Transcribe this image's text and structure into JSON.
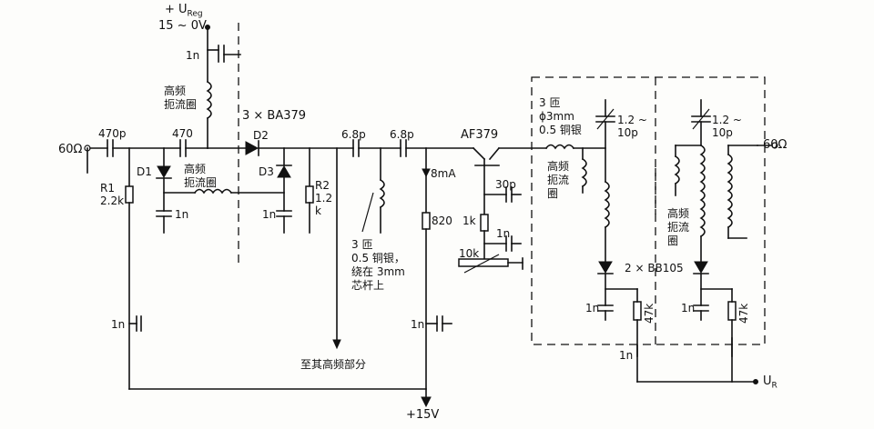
{
  "supply": {
    "label": "+ U",
    "sub": "Reg",
    "range": "15 ~ 0V"
  },
  "input": {
    "impedance": "60Ω"
  },
  "output": {
    "impedance": "60Ω"
  },
  "components": {
    "c_in": "470p",
    "c_470": "470",
    "c_1n_top": "1n",
    "choke_top": "高频\n扼流圈",
    "diodes_group": "3 × BA379",
    "d2": "D2",
    "d1": "D1",
    "d3": "D3",
    "choke_mid": "高频\n扼流圈",
    "r1": "R1\n2.2k",
    "c_1n_d1": "1n",
    "c_1n_d3": "1n",
    "r2": "R2\n1.2\nk",
    "c_68p_1": "6.8p",
    "c_68p_2": "6.8p",
    "transistor": "AF379",
    "current": "8mA",
    "r_820": "820",
    "c_30p": "30p",
    "r_1k": "1k",
    "c_1n_emit": "1n",
    "pot_10k": "10k",
    "coil_note": "3 匝\n0.5 铜银，\n绕在 3mm\n芯杆上",
    "c_1n_left": "1n",
    "c_1n_mid": "1n",
    "to_rf": "至其高频部分",
    "supply_bottom": "+15V",
    "coil_collector": "3 匝\nϕ3mm\n0.5 铜银",
    "choke_right": "高频\n扼流\n圈",
    "trim_1": "1.2 ~\n10p",
    "trim_2": "1.2 ~\n10p",
    "choke_far": "高频\n扼流\n圈",
    "varicaps": "2 × BB105",
    "c_1n_v1": "1n",
    "r_47k_1": "47k",
    "c_1n_v2": "1n",
    "r_47k_2": "47k",
    "c_1n_box": "1n",
    "tuning": "U",
    "tuning_sub": "R"
  }
}
